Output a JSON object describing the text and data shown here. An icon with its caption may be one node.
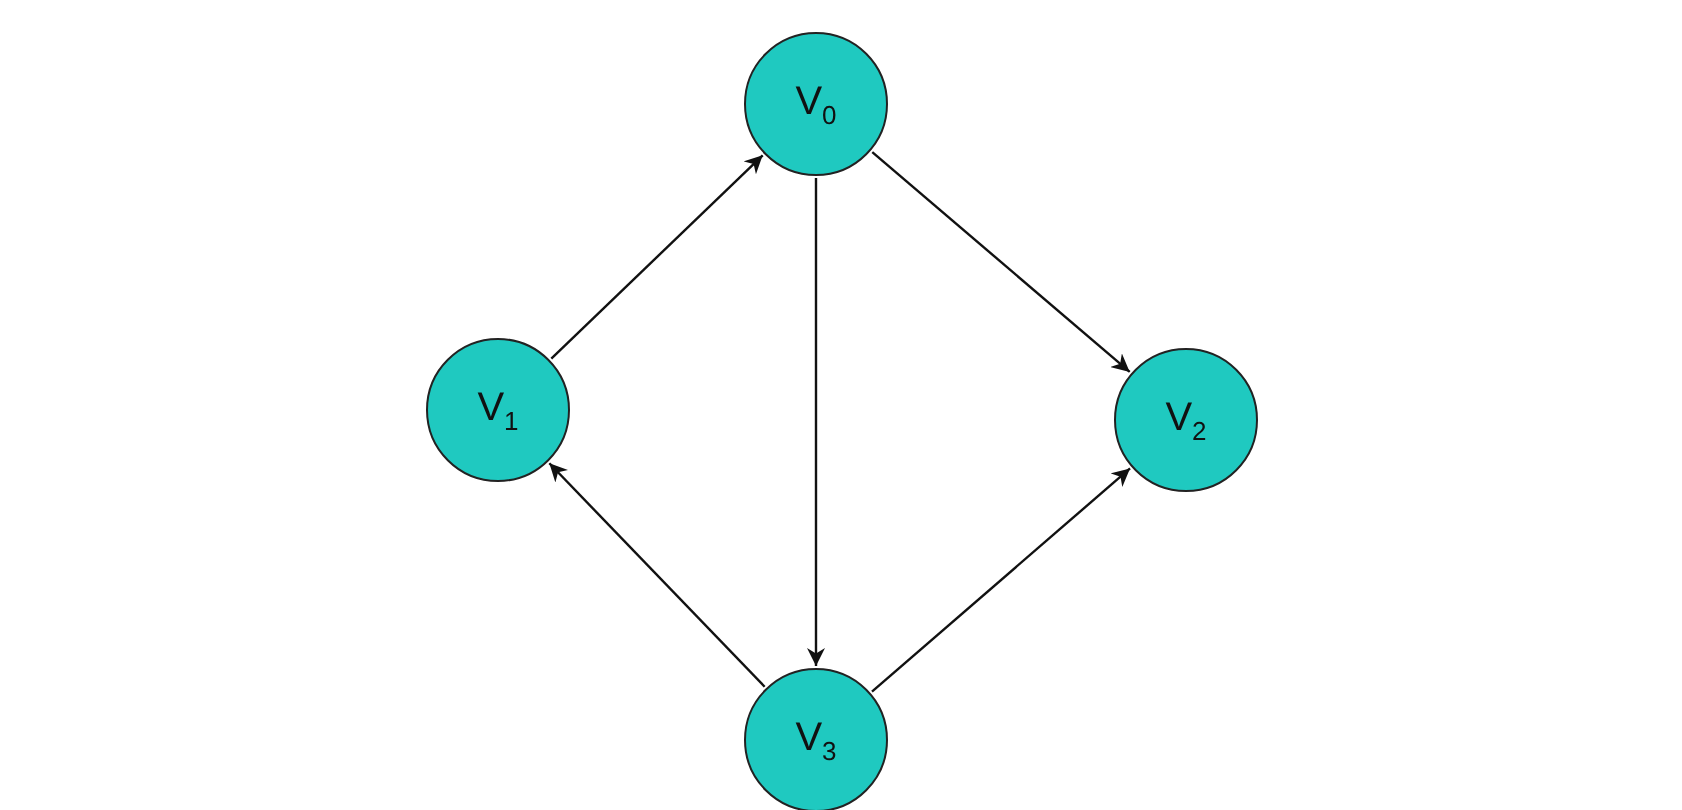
{
  "diagram": {
    "nodes": [
      {
        "text": [
          "V$_{0}$"
        ]
      },
      {
        "text": [
          "V$_{1}$"
        ]
      },
      {
        "text": [
          "V$_{2}$"
        ]
      },
      {
        "text": [
          "V$_{3}$"
        ]
      }
    ],
    "edges": [
      {
        "from": 1,
        "to": 0,
        "arrow": "to"
      },
      {
        "from": 0,
        "to": 2,
        "arrow": "to"
      },
      {
        "from": 0,
        "to": 3,
        "arrow": "to"
      },
      {
        "from": 3,
        "to": 1,
        "arrow": "to"
      },
      {
        "from": 3,
        "to": 2,
        "arrow": "to"
      }
    ]
  }
}
